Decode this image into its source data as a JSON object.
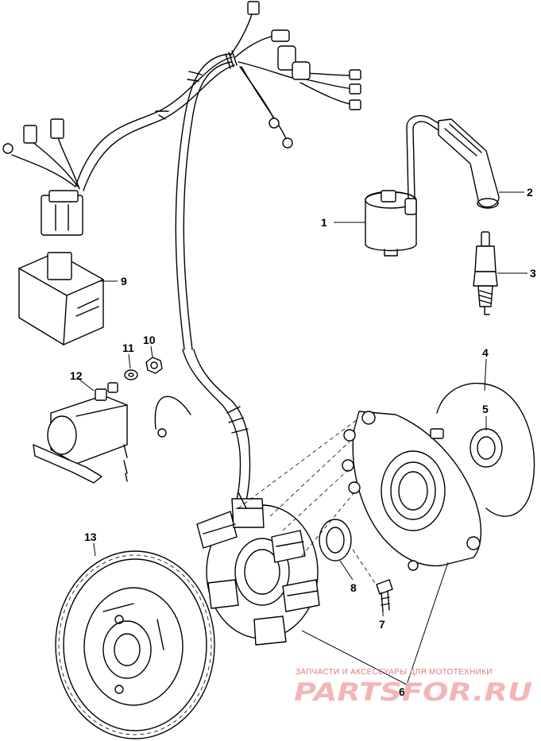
{
  "callouts": [
    {
      "id": "1",
      "label": "1"
    },
    {
      "id": "2",
      "label": "2"
    },
    {
      "id": "3",
      "label": "3"
    },
    {
      "id": "4",
      "label": "4"
    },
    {
      "id": "5",
      "label": "5"
    },
    {
      "id": "6",
      "label": "6"
    },
    {
      "id": "7",
      "label": "7"
    },
    {
      "id": "8",
      "label": "8"
    },
    {
      "id": "9",
      "label": "9"
    },
    {
      "id": "10",
      "label": "10"
    },
    {
      "id": "11",
      "label": "11"
    },
    {
      "id": "12",
      "label": "12"
    },
    {
      "id": "13",
      "label": "13"
    }
  ],
  "watermark": {
    "tagline": "ЗАПЧАСТИ И АКСЕССУАРЫ ДЛЯ МОТОТЕХНИКИ",
    "logo": "PARTSFOR.RU"
  },
  "colors": {
    "line": "#000000",
    "background": "#ffffff",
    "watermark": "#e07a7a"
  }
}
